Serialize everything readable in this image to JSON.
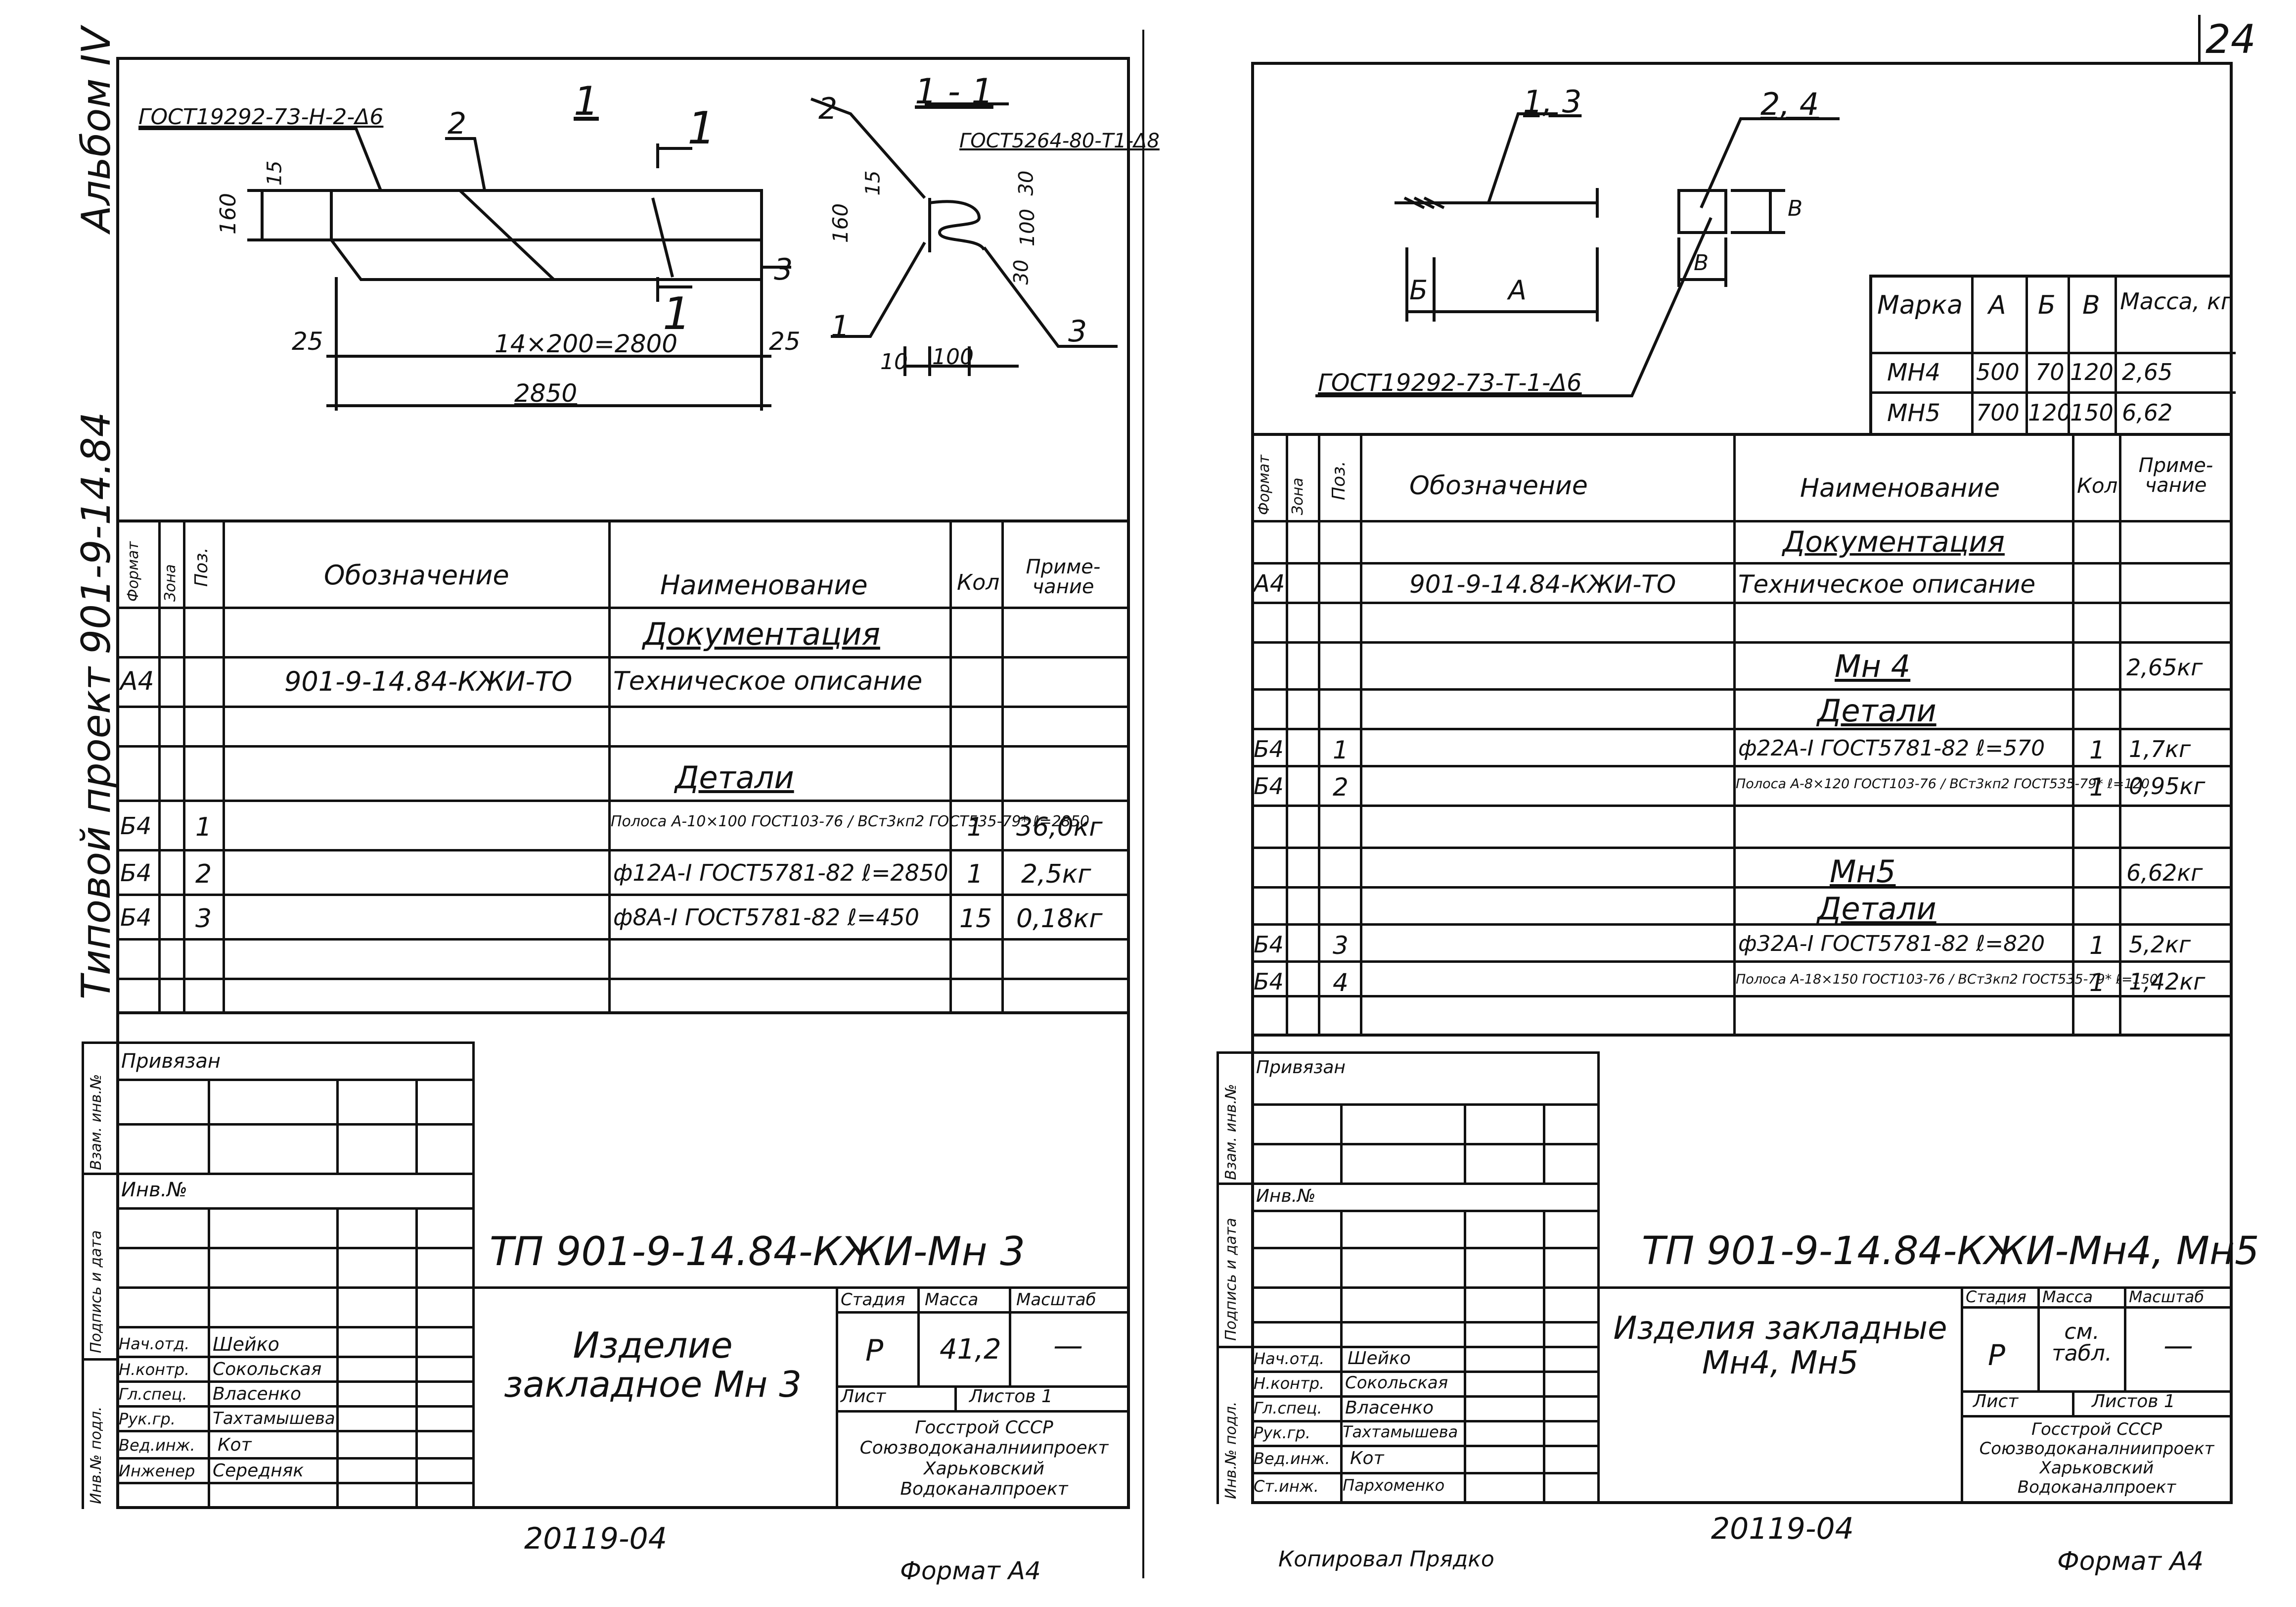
{
  "page_number": "24",
  "left": {
    "album_label": "Альбом IV",
    "project_label": "Типовой проект 901-9-14.84",
    "drawing": {
      "view_label": "1",
      "section_label": "1 - 1",
      "section_mark": "1",
      "gost_weld_1": "ГОСТ19292-73-Н-2-Δ6",
      "gost_weld_2": "ГОСТ5264-80-Т1-Δ8",
      "dims": [
        "160",
        "15",
        "25",
        "14×200=2800",
        "25",
        "2850",
        "160",
        "15",
        "30",
        "100",
        "30",
        "10",
        "100"
      ],
      "callouts": [
        "2",
        "3",
        "2",
        "1",
        "3"
      ]
    },
    "spec_headers": {
      "format": "Формат",
      "zone": "Зона",
      "pos": "Поз.",
      "designation": "Обозначение",
      "name": "Наименование",
      "qty": "Кол",
      "note": "Приме-чание"
    },
    "spec_rows": [
      {
        "format": "",
        "pos": "",
        "designation": "",
        "name": "Документация",
        "qty": "",
        "note": ""
      },
      {
        "format": "А4",
        "pos": "",
        "designation": "901-9-14.84-КЖИ-ТО",
        "name": "Техническое описание",
        "qty": "",
        "note": ""
      },
      {
        "format": "",
        "pos": "",
        "designation": "",
        "name": "Детали",
        "qty": "",
        "note": ""
      },
      {
        "format": "Б4",
        "pos": "1",
        "designation": "",
        "name": "Полоса A-10×100 ГОСТ103-76 / ВСт3кп2 ГОСТ535-79* ℓ=2850",
        "qty": "1",
        "note": "36,0кг"
      },
      {
        "format": "Б4",
        "pos": "2",
        "designation": "",
        "name": "ф12A-I ГОСТ5781-82 ℓ=2850",
        "qty": "1",
        "note": "2,5кг"
      },
      {
        "format": "Б4",
        "pos": "3",
        "designation": "",
        "name": "ф8A-I ГОСТ5781-82 ℓ=450",
        "qty": "15",
        "note": "0,18кг"
      }
    ],
    "stamp": {
      "privyazan": "Привязан",
      "inv": "Инв.№",
      "side_labels": [
        "Инв.№ подл.",
        "Подпись и дата",
        "Взам. инв.№"
      ],
      "doc_code": "ТП 901-9-14.84-КЖИ-Мн 3",
      "title": "Изделие закладное Мн 3",
      "stage_h": "Стадия",
      "mass_h": "Масса",
      "scale_h": "Масштаб",
      "stage": "Р",
      "mass": "41,2",
      "scale": "—",
      "sheet": "Лист",
      "sheets": "Листов 1",
      "org": "Госстрой СССР Союзводоканалниипроект Харьковский Водоканалпроект",
      "people": [
        {
          "role": "Нач.отд.",
          "name": "Шейко"
        },
        {
          "role": "Н.контр.",
          "name": "Сокольская"
        },
        {
          "role": "Гл.спец.",
          "name": "Власенко"
        },
        {
          "role": "Рук.гр.",
          "name": "Тахтамышева"
        },
        {
          "role": "Вед.инж.",
          "name": "Кот"
        },
        {
          "role": "Инженер",
          "name": "Середняк"
        }
      ]
    },
    "footer_code": "20119-04",
    "format": "Формат А4"
  },
  "right": {
    "drawing": {
      "callout_a": "1, 3",
      "callout_b": "2, 4",
      "dim_b": "Б",
      "dim_a": "А",
      "dim_v1": "В",
      "dim_v2": "В",
      "gost": "ГОСТ19292-73-Т-1-Δ6"
    },
    "mass_table": {
      "headers": [
        "Марка",
        "А",
        "Б",
        "В",
        "Масса, кг"
      ],
      "rows": [
        [
          "МН4",
          "500",
          "70",
          "120",
          "2,65"
        ],
        [
          "МН5",
          "700",
          "120",
          "150",
          "6,62"
        ]
      ]
    },
    "spec_headers": {
      "format": "Формат",
      "zone": "Зона",
      "pos": "Поз.",
      "designation": "Обозначение",
      "name": "Наименование",
      "qty": "Кол",
      "note": "Приме-чание"
    },
    "spec_rows": [
      {
        "format": "",
        "pos": "",
        "designation": "",
        "name": "Документация",
        "qty": "",
        "note": ""
      },
      {
        "format": "А4",
        "pos": "",
        "designation": "901-9-14.84-КЖИ-ТО",
        "name": "Техническое описание",
        "qty": "",
        "note": ""
      },
      {
        "format": "",
        "pos": "",
        "designation": "",
        "name": "Мн 4",
        "qty": "",
        "note": "2,65кг"
      },
      {
        "format": "",
        "pos": "",
        "designation": "",
        "name": "Детали",
        "qty": "",
        "note": ""
      },
      {
        "format": "Б4",
        "pos": "1",
        "designation": "",
        "name": "ф22A-I ГОСТ5781-82 ℓ=570",
        "qty": "1",
        "note": "1,7кг"
      },
      {
        "format": "Б4",
        "pos": "2",
        "designation": "",
        "name": "Полоса A-8×120 ГОСТ103-76 / ВСт3кп2 ГОСТ535-79* ℓ=120",
        "qty": "1",
        "note": "0,95кг"
      },
      {
        "format": "",
        "pos": "",
        "designation": "",
        "name": "Мн5",
        "qty": "",
        "note": "6,62кг"
      },
      {
        "format": "",
        "pos": "",
        "designation": "",
        "name": "Детали",
        "qty": "",
        "note": ""
      },
      {
        "format": "Б4",
        "pos": "3",
        "designation": "",
        "name": "ф32A-I ГОСТ5781-82 ℓ=820",
        "qty": "1",
        "note": "5,2кг"
      },
      {
        "format": "Б4",
        "pos": "4",
        "designation": "",
        "name": "Полоса A-18×150 ГОСТ103-76 / ВСт3кп2 ГОСТ535-79* ℓ=150",
        "qty": "1",
        "note": "1,42кг"
      }
    ],
    "stamp": {
      "privyazan": "Привязан",
      "inv": "Инв.№",
      "side_labels": [
        "Инв.№ подл.",
        "Подпись и дата",
        "Взам. инв.№"
      ],
      "doc_code": "ТП 901-9-14.84-КЖИ-Мн4, Мн5",
      "title": "Изделия закладные Мн4, Мн5",
      "stage_h": "Стадия",
      "mass_h": "Масса",
      "scale_h": "Масштаб",
      "stage": "Р",
      "mass": "см. табл.",
      "scale": "—",
      "sheet": "Лист",
      "sheets": "Листов 1",
      "org": "Госстрой СССР Союзводоканалниипроект Харьковский Водоканалпроект",
      "people": [
        {
          "role": "Нач.отд.",
          "name": "Шейко"
        },
        {
          "role": "Н.контр.",
          "name": "Сокольская"
        },
        {
          "role": "Гл.спец.",
          "name": "Власенко"
        },
        {
          "role": "Рук.гр.",
          "name": "Тахтамышева"
        },
        {
          "role": "Вед.инж.",
          "name": "Кот"
        },
        {
          "role": "Ст.инж.",
          "name": "Пархоменко"
        }
      ]
    },
    "footer_code": "20119-04",
    "copied": "Копировал Прядко",
    "format": "Формат А4"
  }
}
